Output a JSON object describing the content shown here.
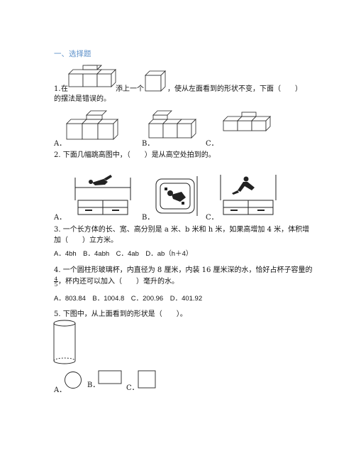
{
  "section": {
    "title": "一、选择题"
  },
  "q1": {
    "part1": "1.",
    "part2": "在",
    "part3": "添上一个",
    "part4": "，使从左面看到的形状不变，下面（　　）",
    "line2": "的摆法是错误的。",
    "options": [
      "A．",
      "B．",
      "C．"
    ]
  },
  "q2": {
    "text": "2. 下面几幅跳高图中，（　　）是从高空处拍到的。",
    "options": [
      "A．",
      "B．",
      "C．"
    ]
  },
  "q3": {
    "line1": "3. 一个长方体的长、宽、高分别是 a 米、b 米和 h 米，如果高增加 4 米，体积增",
    "line2": "加（　　）立方米。",
    "options": "A．4bh　B．4abh　C．4ab　D．ab（h＋4）"
  },
  "q4": {
    "line1": "4. 一个圆柱形玻璃杯，内直径为 8 厘米，内装 16 厘米深的水，恰好占杯子容量的",
    "frac_num": "4",
    "frac_den": "5",
    "line2": "，杯内还可以加入（　　）毫升的水。",
    "options": "A．803.84　B．1004.8　C．200.96　D．401.92"
  },
  "q5": {
    "text": "5. 下图中，从上面看到的形状是（　　）。",
    "options": [
      "A．",
      "B．",
      "C．"
    ]
  }
}
